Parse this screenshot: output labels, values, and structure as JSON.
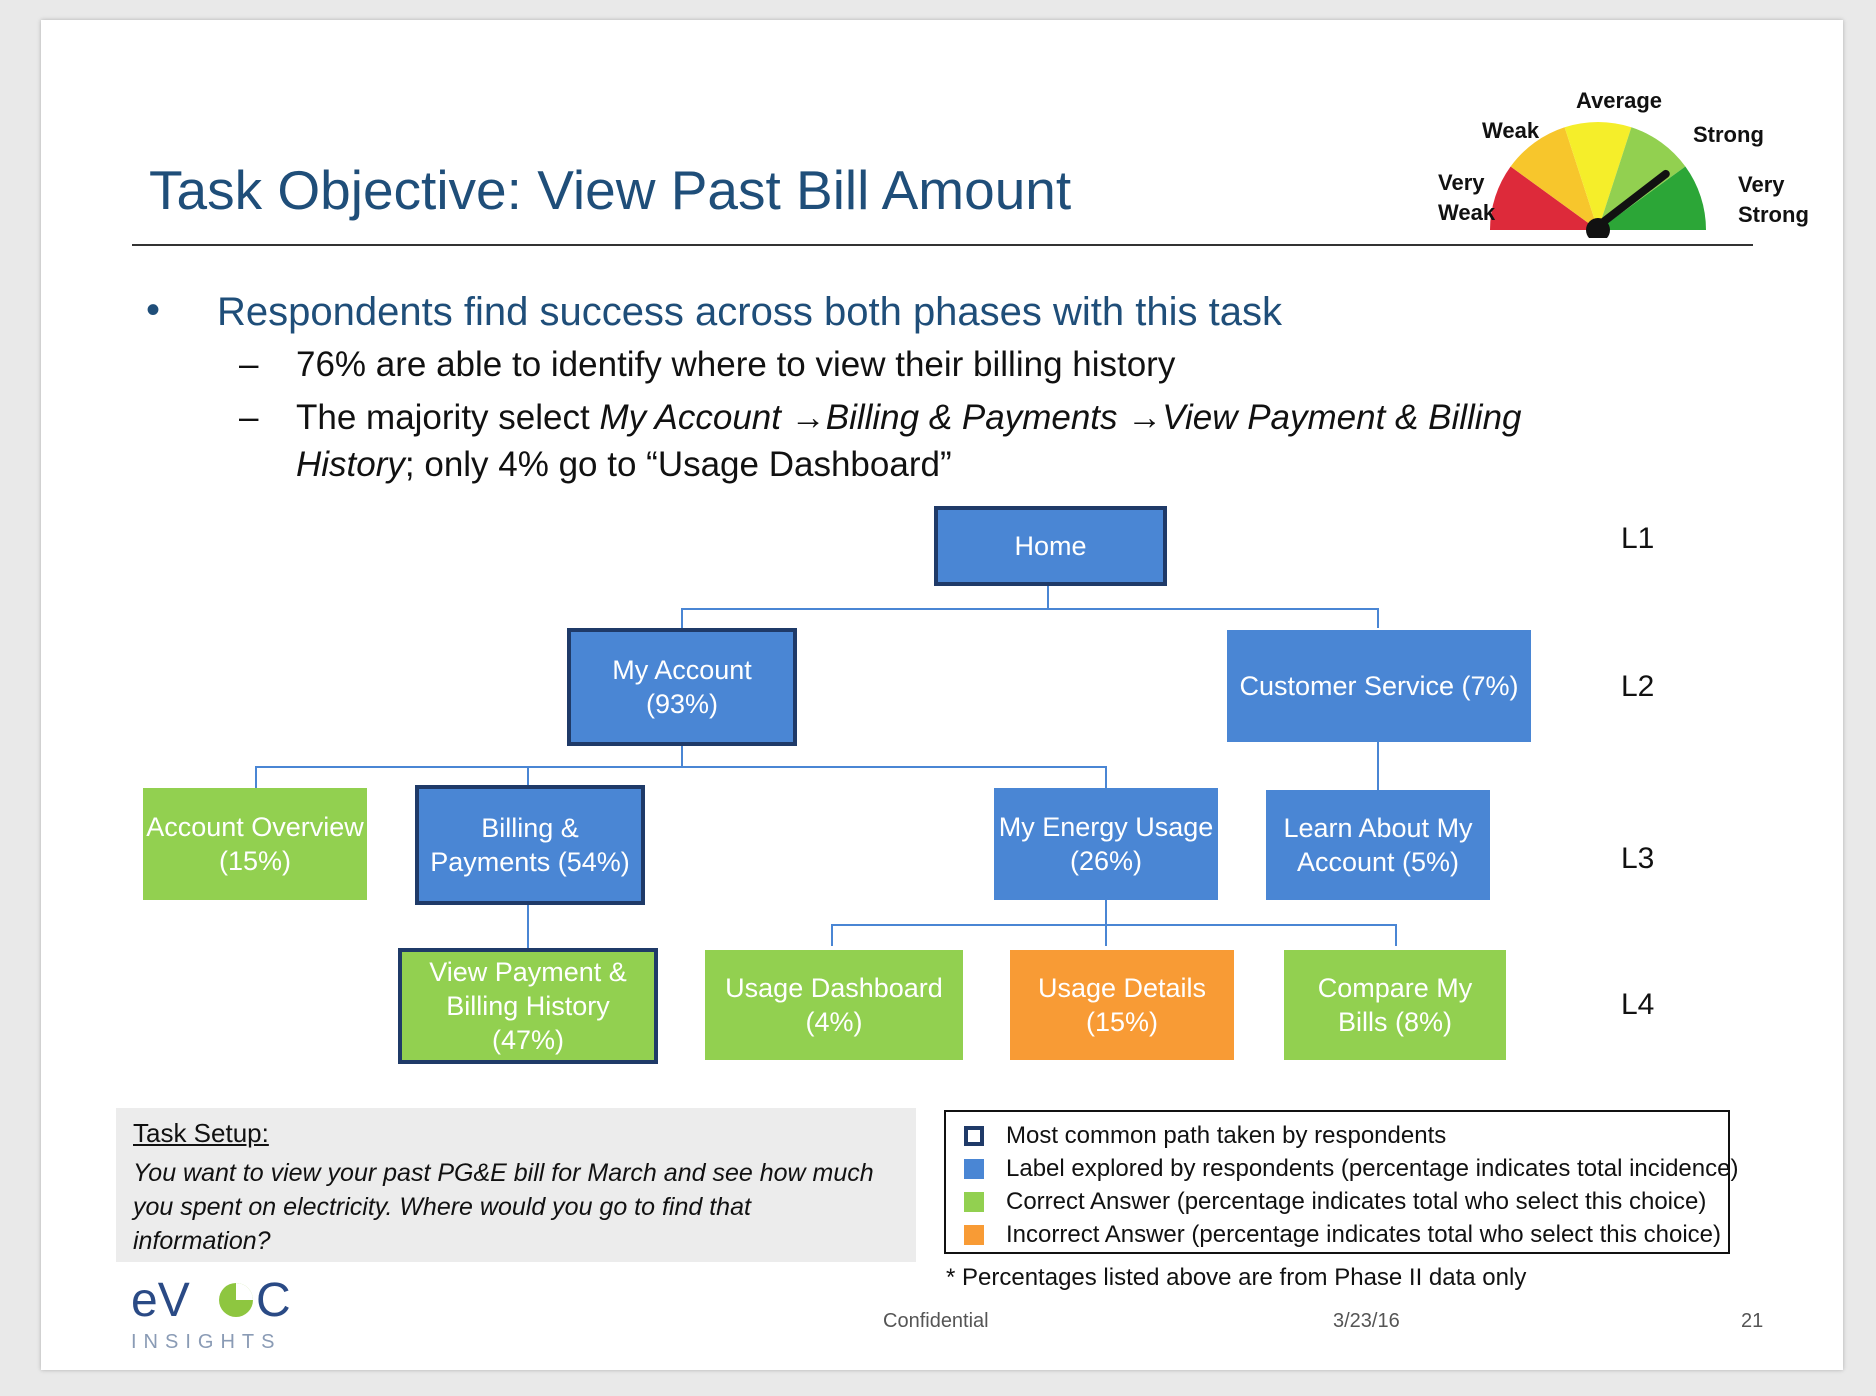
{
  "title": "Task Objective: View Past Bill Amount",
  "gauge": {
    "labels": {
      "very_weak": "Very\nWeak",
      "weak": "Weak",
      "average": "Average",
      "strong": "Strong",
      "very_strong": "Very\nStrong"
    },
    "value": 0.78,
    "colors": [
      "#dd2a3a",
      "#f7c62c",
      "#f5ee2a",
      "#92d050",
      "#2ca637"
    ]
  },
  "bullet": {
    "main": "Respondents find success across both phases with this task",
    "sub1": "76% are able to identify where to view their billing history",
    "sub2_a": "The majority select ",
    "sub2_b": "My Account",
    "sub2_c": "Billing & Payments",
    "sub2_d": "View Payment & Billing",
    "sub2_e": "History",
    "sub2_f": "; only 4% go to “Usage Dashboard”",
    "dash": "–",
    "dot": "•",
    "arrow": "→"
  },
  "tree": {
    "levels": [
      "L1",
      "L2",
      "L3",
      "L4"
    ],
    "home": "Home",
    "my_account": [
      "My Account",
      "(93%)"
    ],
    "customer_service": [
      "Customer Service  (7%)"
    ],
    "account_overview": [
      "Account Overview",
      "(15%)"
    ],
    "billing_payments": [
      "Billing &",
      "Payments (54%)"
    ],
    "my_energy_usage": [
      "My Energy Usage",
      "(26%)"
    ],
    "learn_about": [
      "Learn About My",
      "Account (5%)"
    ],
    "view_payment": [
      "View Payment &",
      "Billing History",
      "(47%)"
    ],
    "usage_dashboard": [
      "Usage Dashboard",
      "(4%)"
    ],
    "usage_details": [
      "Usage Details",
      "(15%)"
    ],
    "compare_bills": [
      "Compare My",
      "Bills (8%)"
    ]
  },
  "setup": {
    "title": "Task Setup:",
    "text": "You want to view your past PG&E bill for March and see how much you spent on electricity. Where would you go to find that information?"
  },
  "legend": {
    "items": [
      {
        "label": "Most common path taken by respondents",
        "color": "#1f3a68"
      },
      {
        "label": "Label explored by respondents (percentage indicates total incidence)",
        "color": "#4a86d4"
      },
      {
        "label": "Correct Answer (percentage indicates total who select this choice)",
        "color": "#92d050"
      },
      {
        "label": "Incorrect Answer (percentage indicates total who select this choice)",
        "color": "#f89b35"
      }
    ]
  },
  "note": "* Percentages listed above are from Phase II data only",
  "footer": {
    "logo_top": "eVOC",
    "logo_bottom": "INSIGHTS",
    "confidential": "Confidential",
    "date": "3/23/16",
    "page": "21"
  }
}
